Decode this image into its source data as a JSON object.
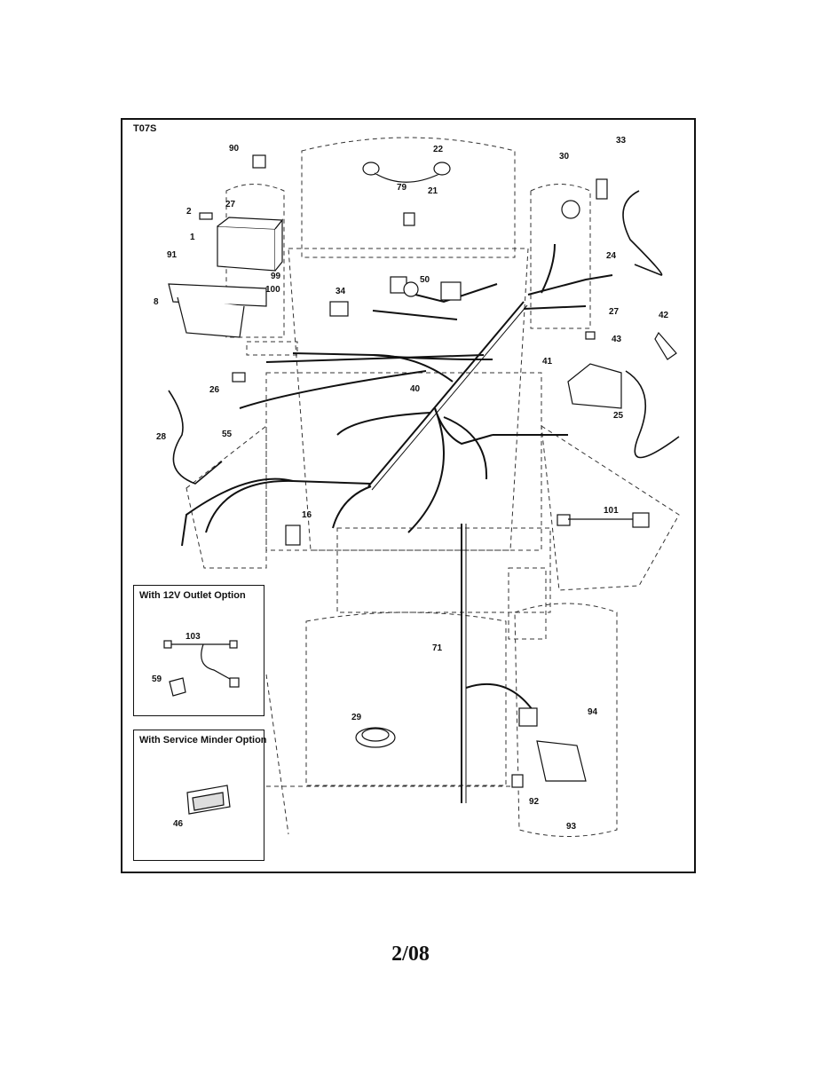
{
  "diagram": {
    "code": "T07S",
    "footer": "2/08",
    "insets": {
      "outlet": {
        "title": "With 12V Outlet Option",
        "parts": [
          "103",
          "59"
        ]
      },
      "service": {
        "title": "With Service Minder Option",
        "parts": [
          "46"
        ]
      }
    },
    "callouts": [
      "90",
      "22",
      "33",
      "30",
      "2",
      "27",
      "79",
      "21",
      "1",
      "24",
      "91",
      "99",
      "100",
      "50",
      "8",
      "34",
      "27",
      "42",
      "43",
      "41",
      "26",
      "40",
      "25",
      "28",
      "55",
      "16",
      "101",
      "71",
      "29",
      "94",
      "92",
      "93"
    ]
  }
}
